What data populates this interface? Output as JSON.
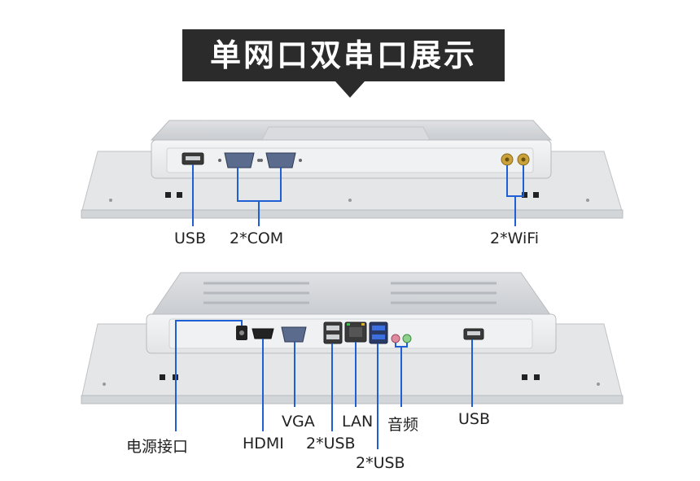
{
  "title": "单网口双串口展示",
  "top_panel": {
    "labels": {
      "usb": "USB",
      "com": "2*COM",
      "wifi": "2*WiFi"
    }
  },
  "bottom_panel": {
    "labels": {
      "power": "电源接口",
      "hdmi": "HDMI",
      "vga": "VGA",
      "usb_left": "2*USB",
      "lan": "LAN",
      "usb_right": "2*USB",
      "audio": "音频",
      "usb_single": "USB"
    }
  },
  "colors": {
    "leader_line": "#1f5fd6",
    "banner": "#2b2b2b",
    "panel": "#e7e8ea"
  }
}
